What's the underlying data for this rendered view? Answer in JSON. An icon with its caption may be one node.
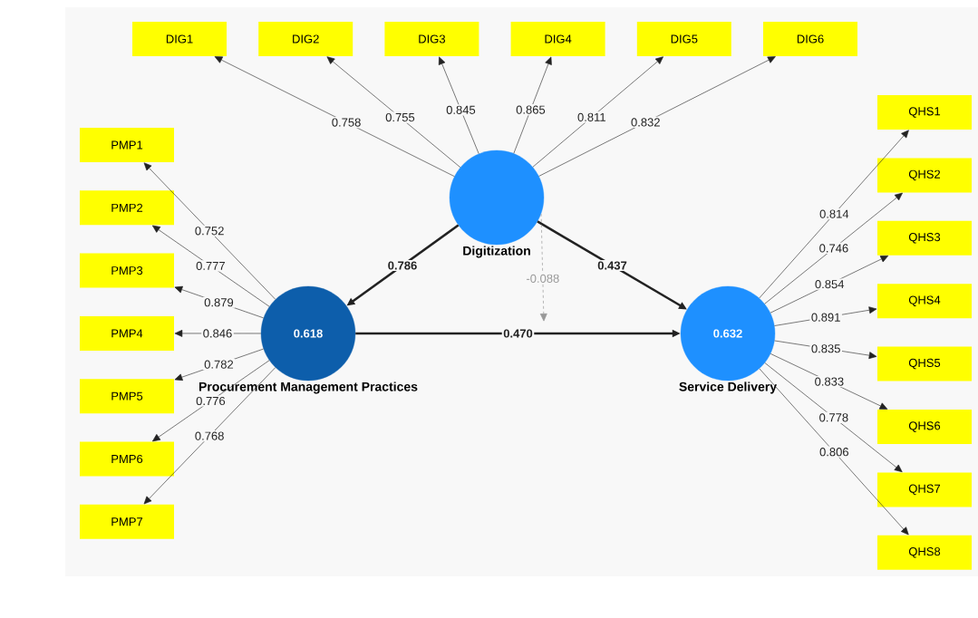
{
  "diagram": {
    "nodes": [
      {
        "text": [
          "Digitization"
        ]
      },
      {
        "text": [
          "0.618",
          "Procurement Management Practices"
        ]
      },
      {
        "text": [
          "0.632",
          "Service Delivery"
        ]
      },
      {
        "text": [
          "DIG1"
        ]
      },
      {
        "text": [
          "DIG2"
        ]
      },
      {
        "text": [
          "DIG3"
        ]
      },
      {
        "text": [
          "DIG4"
        ]
      },
      {
        "text": [
          "DIG5"
        ]
      },
      {
        "text": [
          "DIG6"
        ]
      },
      {
        "text": [
          "PMP1"
        ]
      },
      {
        "text": [
          "PMP2"
        ]
      },
      {
        "text": [
          "PMP3"
        ]
      },
      {
        "text": [
          "PMP4"
        ]
      },
      {
        "text": [
          "PMP5"
        ]
      },
      {
        "text": [
          "PMP6"
        ]
      },
      {
        "text": [
          "PMP7"
        ]
      },
      {
        "text": [
          "QHS1"
        ]
      },
      {
        "text": [
          "QHS2"
        ]
      },
      {
        "text": [
          "QHS3"
        ]
      },
      {
        "text": [
          "QHS4"
        ]
      },
      {
        "text": [
          "QHS5"
        ]
      },
      {
        "text": [
          "QHS6"
        ]
      },
      {
        "text": [
          "QHS7"
        ]
      },
      {
        "text": [
          "QHS8"
        ]
      }
    ],
    "edges": [
      {
        "from": 0,
        "to": 1,
        "arrow": "to",
        "label": "0.786",
        "style": "thick"
      },
      {
        "from": 0,
        "to": 2,
        "arrow": "to",
        "label": "0.437",
        "style": "thick"
      },
      {
        "from": 1,
        "to": 2,
        "arrow": "to",
        "label": "0.470",
        "style": "thick"
      },
      {
        "from": 0,
        "to": null,
        "arrow": "to",
        "label": "-0.088",
        "style": "dashed",
        "color": "#999999"
      },
      {
        "from": 0,
        "to": 3,
        "arrow": "to",
        "label": "0.758"
      },
      {
        "from": 0,
        "to": 4,
        "arrow": "to",
        "label": "0.755"
      },
      {
        "from": 0,
        "to": 5,
        "arrow": "to",
        "label": "0.845"
      },
      {
        "from": 0,
        "to": 6,
        "arrow": "to",
        "label": "0.865"
      },
      {
        "from": 0,
        "to": 7,
        "arrow": "to",
        "label": "0.811"
      },
      {
        "from": 0,
        "to": 8,
        "arrow": "to",
        "label": "0.832"
      },
      {
        "from": 1,
        "to": 9,
        "arrow": "to",
        "label": "0.752"
      },
      {
        "from": 1,
        "to": 10,
        "arrow": "to",
        "label": "0.777"
      },
      {
        "from": 1,
        "to": 11,
        "arrow": "to",
        "label": "0.879"
      },
      {
        "from": 1,
        "to": 12,
        "arrow": "to",
        "label": "0.846"
      },
      {
        "from": 1,
        "to": 13,
        "arrow": "to",
        "label": "0.782"
      },
      {
        "from": 1,
        "to": 14,
        "arrow": "to",
        "label": "0.776"
      },
      {
        "from": 1,
        "to": 15,
        "arrow": "to",
        "label": "0.768"
      },
      {
        "from": 2,
        "to": 16,
        "arrow": "to",
        "label": "0.814"
      },
      {
        "from": 2,
        "to": 17,
        "arrow": "to",
        "label": "0.746"
      },
      {
        "from": 2,
        "to": 18,
        "arrow": "to",
        "label": "0.854"
      },
      {
        "from": 2,
        "to": 19,
        "arrow": "to",
        "label": "0.891"
      },
      {
        "from": 2,
        "to": 20,
        "arrow": "to",
        "label": "0.835"
      },
      {
        "from": 2,
        "to": 21,
        "arrow": "to",
        "label": "0.833"
      },
      {
        "from": 2,
        "to": 22,
        "arrow": "to",
        "label": "0.778"
      },
      {
        "from": 2,
        "to": 23,
        "arrow": "to",
        "label": "0.806"
      }
    ]
  }
}
